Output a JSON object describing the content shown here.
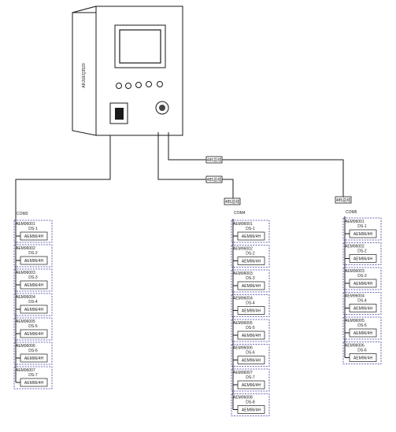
{
  "cabinet": {
    "side_text": "ARJUEQ3520"
  },
  "bus_tags": {
    "b1": "485总线",
    "b2": "485总线",
    "b3": "485总线",
    "b4": "485总线"
  },
  "branches": [
    {
      "com": "COM3",
      "modules": [
        {
          "addr": "AEM96001",
          "dev": "DS-1",
          "model": "AEM96/4H"
        },
        {
          "addr": "AEM96002",
          "dev": "DS-2",
          "model": "AEM96/4H"
        },
        {
          "addr": "AEM96003",
          "dev": "DS-3",
          "model": "AEM96/4H"
        },
        {
          "addr": "AEM96004",
          "dev": "DS-4",
          "model": "AEM96/4H"
        },
        {
          "addr": "AEM96005",
          "dev": "DS-5",
          "model": "AEM96/4H"
        },
        {
          "addr": "AEM96006",
          "dev": "DS-6",
          "model": "AEM96/4H"
        },
        {
          "addr": "AEM96007",
          "dev": "DS-7",
          "model": "AEM96/4H"
        }
      ]
    },
    {
      "com": "COM4",
      "modules": [
        {
          "addr": "AEM96001",
          "dev": "DS-1",
          "model": "AEM96/4H"
        },
        {
          "addr": "AEM96002",
          "dev": "DS-2",
          "model": "AEM96/4H"
        },
        {
          "addr": "AEM96003",
          "dev": "DS-3",
          "model": "AEM96/4H"
        },
        {
          "addr": "AEM96004",
          "dev": "DS-4",
          "model": "AEM96/4H"
        },
        {
          "addr": "AEM96005",
          "dev": "DS-5",
          "model": "AEM96/4H"
        },
        {
          "addr": "AEM96006",
          "dev": "DS-6",
          "model": "AEM96/4H"
        },
        {
          "addr": "AEM96007",
          "dev": "DS-7",
          "model": "AEM96/4H"
        },
        {
          "addr": "AEM96008",
          "dev": "DS-8",
          "model": "AEM96/4H"
        }
      ]
    },
    {
      "com": "COM5",
      "modules": [
        {
          "addr": "AEM96001",
          "dev": "DS-1",
          "model": "AEM96/4H"
        },
        {
          "addr": "AEM96002",
          "dev": "DS-2",
          "model": "AEM96/4H"
        },
        {
          "addr": "AEM96003",
          "dev": "DS-3",
          "model": "AEM96/4H"
        },
        {
          "addr": "AEM96004",
          "dev": "DS-4",
          "model": "AEM96/4H"
        },
        {
          "addr": "AEM96005",
          "dev": "DS-5",
          "model": "AEM96/4H"
        },
        {
          "addr": "AEM96006",
          "dev": "DS-6",
          "model": "AEM96/4H"
        }
      ]
    }
  ]
}
